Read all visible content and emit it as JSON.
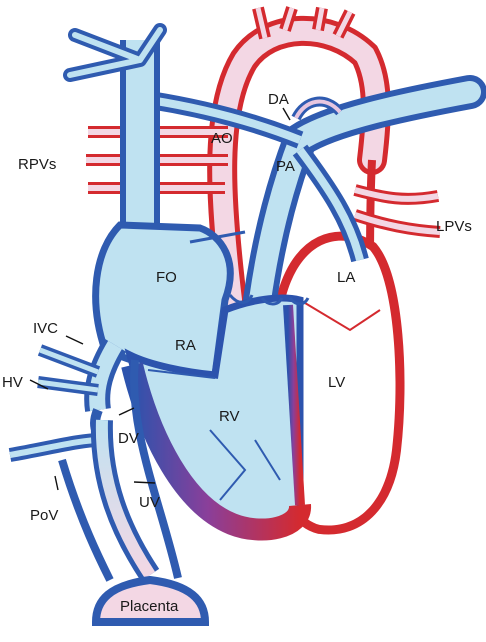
{
  "labels": {
    "da": "DA",
    "ao": "AO",
    "pa": "PA",
    "rpvs": "RPVs",
    "lpvs": "LPVs",
    "fo": "FO",
    "la": "LA",
    "ra": "RA",
    "lv": "LV",
    "rv": "RV",
    "ivc": "IVC",
    "hv": "HV",
    "dv": "DV",
    "uv": "UV",
    "pov": "PoV",
    "placenta": "Placenta"
  },
  "colors": {
    "venous_outline": "#2f5bb0",
    "arterial_outline": "#d42a2f",
    "venous_fill": "#bfe2f1",
    "mixed_fill": "#f3d7e4",
    "rv_wall": "#2c53ad",
    "text": "#1a1a1a"
  }
}
